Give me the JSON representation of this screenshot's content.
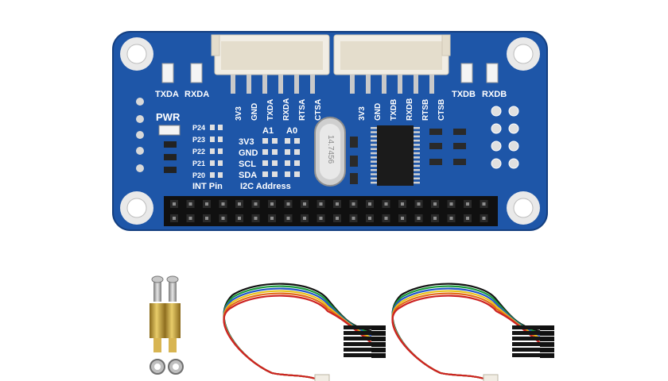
{
  "board": {
    "uart_a_leds": {
      "left": "TXDA",
      "right": "RXDA"
    },
    "uart_b_leds": {
      "left": "TXDB",
      "right": "RXDB"
    },
    "header_a_pins": [
      "3V3",
      "GND",
      "TXDA",
      "RXDA",
      "RTSA",
      "CTSA"
    ],
    "header_b_pins": [
      "3V3",
      "GND",
      "TXDB",
      "RXDB",
      "RTSB",
      "CTSB"
    ],
    "power_label": "PWR",
    "int_pins": [
      "P24",
      "P23",
      "P22",
      "P21",
      "P20"
    ],
    "int_title": "INT Pin",
    "i2c_pins": [
      "3V3",
      "GND",
      "SCL",
      "SDA"
    ],
    "addr_a1": "A1",
    "addr_a0": "A0",
    "i2c_title": "I2C Address",
    "crystal_marking": "14.7456"
  },
  "colors": {
    "pcb": "#1e56a8",
    "connector": "#f1ede4",
    "brass": "#c9a23f",
    "cable": [
      "#111111",
      "#1a9a3a",
      "#2255cc",
      "#e8c21a",
      "#e26a18",
      "#cc2222"
    ]
  }
}
